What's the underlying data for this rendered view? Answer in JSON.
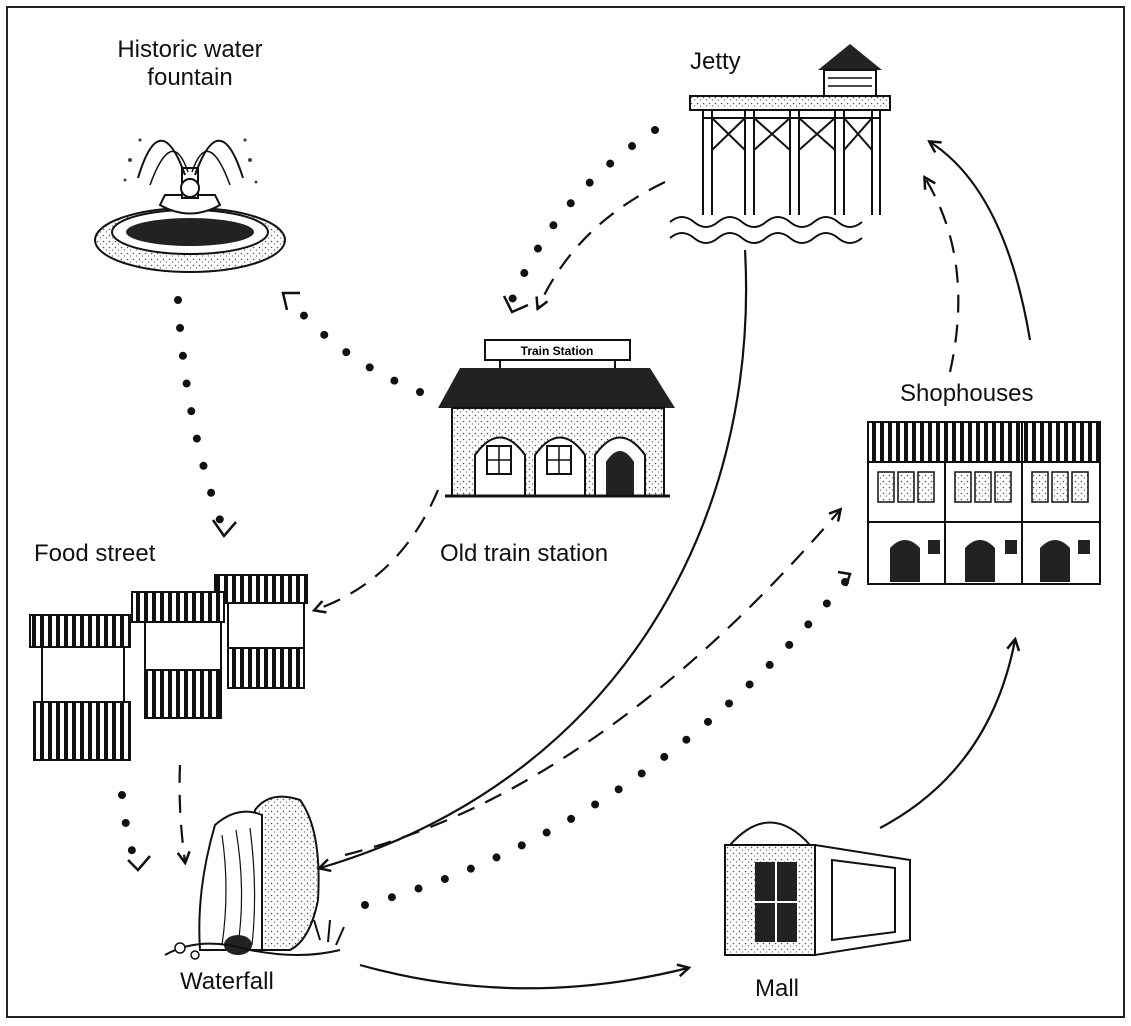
{
  "places": {
    "fountain": "Historic water fountain",
    "jetty": "Jetty",
    "station": "Old train station",
    "station_sign": "Train Station",
    "food": "Food street",
    "shophouses": "Shophouses",
    "waterfall": "Waterfall",
    "mall": "Mall"
  },
  "routes": [
    {
      "style": "dotted",
      "stops": [
        "Jetty",
        "Old train station",
        "Historic water fountain",
        "Food street",
        "Waterfall",
        "Shophouses"
      ]
    },
    {
      "style": "dashed",
      "stops": [
        "Jetty",
        "Old train station",
        "Food street",
        "Waterfall",
        "Shophouses",
        "Jetty"
      ]
    },
    {
      "style": "solid",
      "stops": [
        "Jetty",
        "Waterfall",
        "Mall",
        "Shophouses",
        "Jetty"
      ]
    }
  ],
  "colors": {
    "ink": "#111111",
    "paper": "#ffffff"
  }
}
